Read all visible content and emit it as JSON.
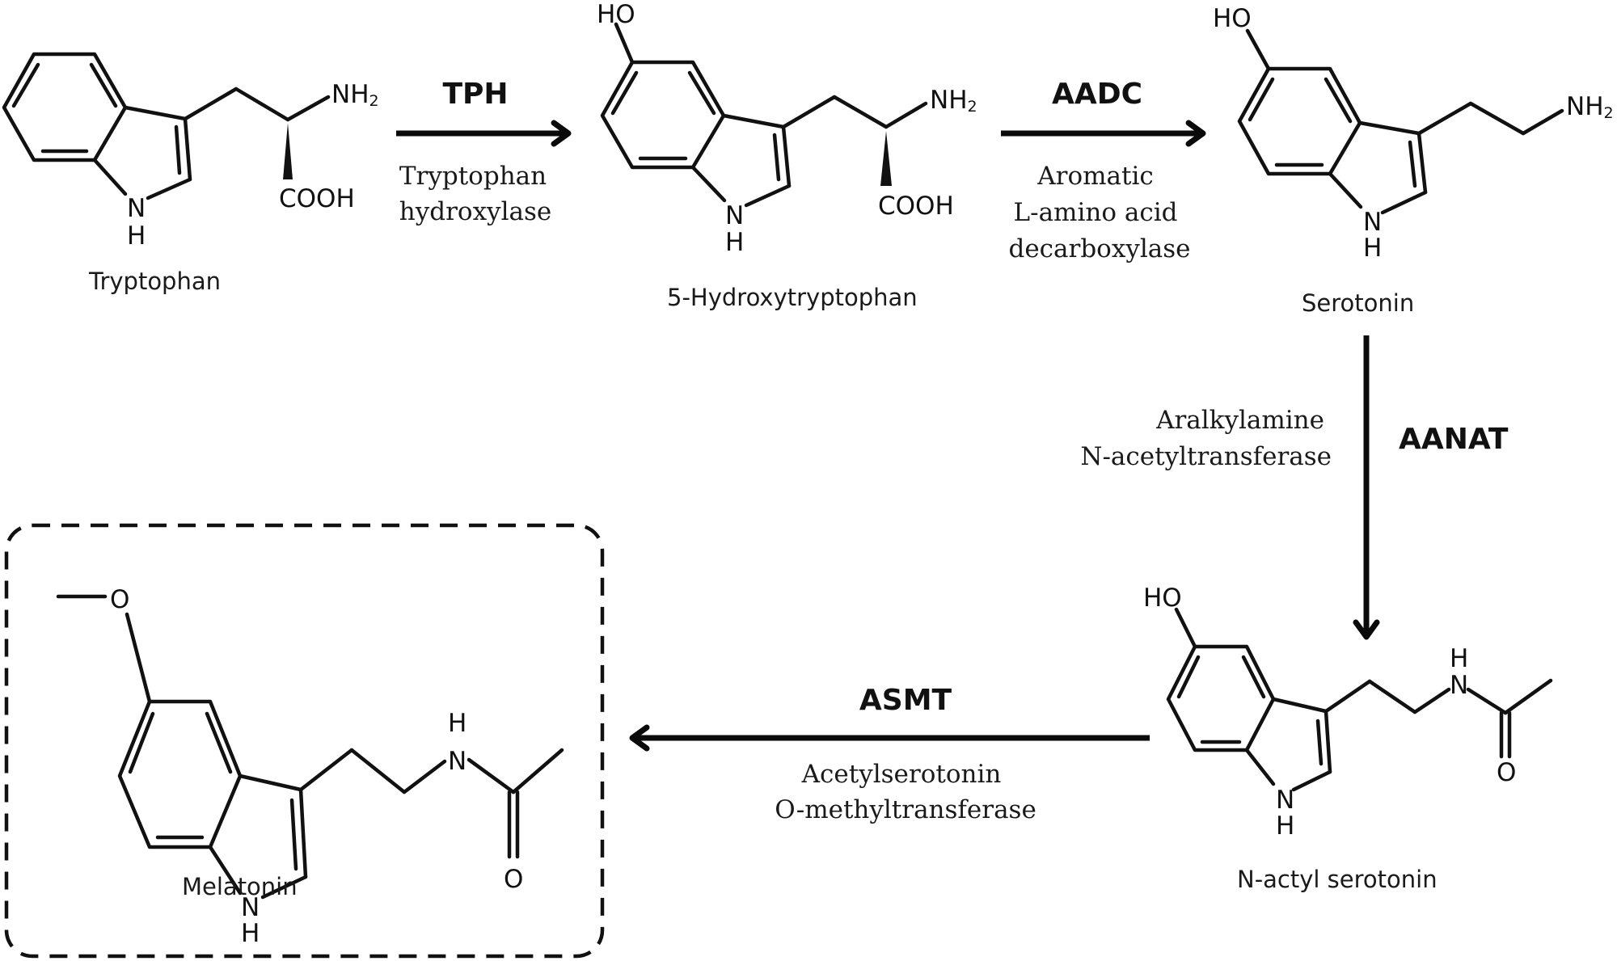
{
  "figure": {
    "type": "biosynthesis-pathway",
    "topic": "Melatonin biosynthesis from tryptophan"
  },
  "molecules": {
    "tryptophan": {
      "name": "Tryptophan",
      "labels": {
        "nh": "N",
        "h": "H",
        "amine": "NH",
        "amine_sub": "2",
        "acid": "COOH"
      }
    },
    "hydroxytryptophan": {
      "name": "5-Hydroxytryptophan",
      "labels": {
        "ho": "HO",
        "nh": "N",
        "h": "H",
        "amine": "NH",
        "amine_sub": "2",
        "acid": "COOH"
      }
    },
    "serotonin": {
      "name": "Serotonin",
      "labels": {
        "ho": "HO",
        "nh": "N",
        "h": "H",
        "amine": "NH",
        "amine_sub": "2"
      }
    },
    "n_acetyl_serotonin": {
      "name": "N-actyl serotonin",
      "labels": {
        "ho": "HO",
        "nh": "N",
        "h": "H",
        "amide_n": "N",
        "amide_h": "H",
        "carbonyl_o": "O"
      }
    },
    "melatonin": {
      "name": "Melatonin",
      "highlighted": true,
      "labels": {
        "methoxy_o": "O",
        "nh": "N",
        "h": "H",
        "amide_n": "N",
        "amide_h": "H",
        "carbonyl_o": "O"
      }
    }
  },
  "steps": [
    {
      "abbr": "TPH",
      "enzyme_lines": [
        "Tryptophan",
        "hydroxylase"
      ],
      "from": "Tryptophan",
      "to": "5-Hydroxytryptophan",
      "direction": "right"
    },
    {
      "abbr": "AADC",
      "enzyme_lines": [
        "Aromatic",
        "L-amino acid",
        "decarboxylase"
      ],
      "from": "5-Hydroxytryptophan",
      "to": "Serotonin",
      "direction": "right"
    },
    {
      "abbr": "AANAT",
      "enzyme_lines": [
        "Aralkylamine",
        "N-acetyltransferase"
      ],
      "from": "Serotonin",
      "to": "N-actyl serotonin",
      "direction": "down"
    },
    {
      "abbr": "ASMT",
      "enzyme_lines": [
        "Acetylserotonin",
        "O-methyltransferase"
      ],
      "from": "N-actyl serotonin",
      "to": "Melatonin",
      "direction": "left"
    }
  ],
  "colors": {
    "ink": "#111111",
    "background": "#ffffff"
  }
}
